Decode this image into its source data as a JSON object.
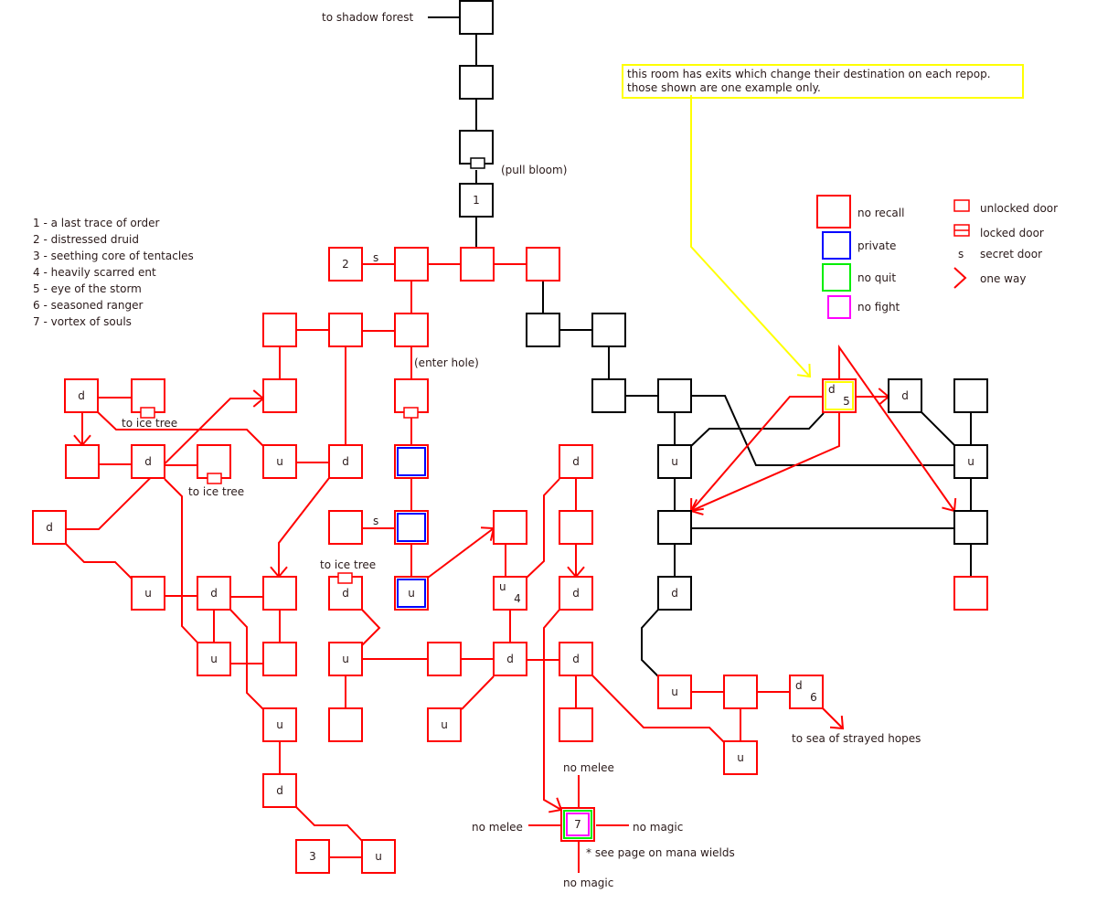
{
  "colors": {
    "no_recall": "#ff0000",
    "private": "#0000ff",
    "no_quit": "#00ee00",
    "no_fight": "#ff00ff",
    "normal": "#000000",
    "note": "#ffff00"
  },
  "note": {
    "line1": "this room has exits which change their destination on each repop.",
    "line2": "those shown are one example only."
  },
  "mob_list": [
    "1 - a last trace of order",
    "2 - distressed druid",
    "3 - seething core of tentacles",
    "4 - heavily scarred ent",
    "5 - eye of the storm",
    "6 - seasoned ranger",
    "7 - vortex of souls"
  ],
  "legend": {
    "no_recall": "no recall",
    "private": "private",
    "no_quit": "no quit",
    "no_fight": "no fight",
    "unlocked_door": "unlocked door",
    "locked_door": "locked door",
    "secret_symbol": "s",
    "secret_door": "secret door",
    "one_way": "one way"
  },
  "labels": {
    "shadow_forest": "to shadow forest",
    "pull_bloom": "(pull bloom)",
    "enter_hole": "(enter hole)",
    "ice_tree": "to ice tree",
    "sea": "to sea of strayed hopes",
    "no_melee": "no melee",
    "no_magic": "no magic",
    "mana_note": "* see page on mana wields",
    "secret": "s"
  },
  "rooms": {
    "d": "d",
    "u": "u",
    "m1": "1",
    "m2": "2",
    "m3": "3",
    "m4": "4",
    "m5": "5",
    "m6": "6",
    "m7": "7"
  }
}
